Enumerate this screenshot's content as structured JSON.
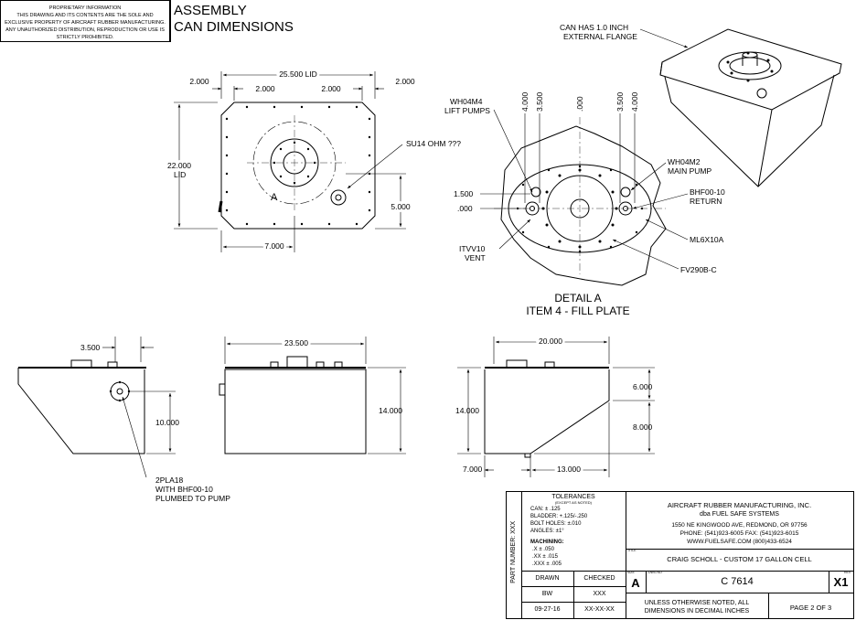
{
  "notice": {
    "line1": "PROPRIETARY INFORMATION",
    "line2": "THIS DRAWING AND ITS CONTENTS ARE THE SOLE AND",
    "line3": "EXCLUSIVE PROPERTY OF AIRCRAFT RUBBER MANUFACTURING.",
    "line4": "ANY UNAUTHORIZED DISTRIBUTION, REPRODUCTION OR USE IS",
    "line5": "STRICTLY PROHIBITED."
  },
  "header": {
    "title1": "ASSEMBLY",
    "title2": "CAN DIMENSIONS"
  },
  "top_view": {
    "lid_width": "25.500 LID",
    "left_edge": "2.000",
    "inset_left": "2.000",
    "inset_right": "2.000",
    "right_edge": "2.000",
    "height": "22.000",
    "height_label": "LID",
    "offset_x": "7.000",
    "offset_y": "5.000",
    "detail_ref": "A",
    "sender_note": "SU14 OHM ???"
  },
  "iso_view": {
    "note1": "CAN HAS 1.0 INCH",
    "note2": "EXTERNAL FLANGE"
  },
  "detail": {
    "lift1": "WH04M4",
    "lift2": "LIFT PUMPS",
    "dims_top": [
      "4.000",
      "3.500",
      ".000",
      "3.500",
      "4.000"
    ],
    "dim_left_1": "1.500",
    "dim_left_2": ".000",
    "main1": "WH04M2",
    "main2": "MAIN PUMP",
    "ret1": "BHF00-10",
    "ret2": "RETURN",
    "bolt": "ML6X10A",
    "vent1": "ITVV10",
    "vent2": "VENT",
    "cover": "FV290B-C",
    "caption1": "DETAIL  A",
    "caption2": "ITEM 4 - FILL PLATE"
  },
  "side_left": {
    "dim_top": "3.500",
    "dim_height": "10.000",
    "note1": "2PLA18",
    "note2": "WITH BHF00-10",
    "note3": "PLUMBED TO PUMP"
  },
  "front_view": {
    "width": "23.500",
    "height": "14.000"
  },
  "side_right": {
    "width": "20.000",
    "height": "14.000",
    "upper": "6.000",
    "lower": "8.000",
    "bottom_left": "7.000",
    "bottom_width": "13.000"
  },
  "title_block": {
    "part_number": "PART NUMBER: XXX",
    "tolerances_title": "TOLERANCES",
    "tolerances_sub": "(EXCEPT AS NOTED)",
    "tol_lines": [
      "CAN: ± .125",
      "BLADDER: +.125/-.250",
      "BOLT HOLES: ±.010",
      "ANGLES: ±1°"
    ],
    "machining_title": "MACHINING:",
    "mach_lines": [
      ".X ± .050",
      ".XX ± .015",
      ".XXX ± .005"
    ],
    "drawn_label": "DRAWN",
    "checked_label": "CHECKED",
    "drawn_by": "BW",
    "checked_by": "XXX",
    "drawn_date": "09-27-16",
    "checked_date": "XX-XX-XX",
    "company": "AIRCRAFT RUBBER MANUFACTURING, INC.",
    "dba": "dba FUEL SAFE SYSTEMS",
    "address": "1550 NE KINGWOOD AVE, REDMOND, OR 97756",
    "phone": "PHONE: (541)923-6005 FAX: (541)923-6015",
    "web": "WWW.FUELSAFE.COM (800)433-6524",
    "title_lbl": "TITLE",
    "title": "CRAIG SCHOLL - CUSTOM 17 GALLON CELL",
    "size_lbl": "SIZE",
    "size": "A",
    "dwg_lbl": "DWG NO",
    "dwg": "C 7614",
    "rev_lbl": "REV",
    "rev": "X1",
    "note1": "UNLESS OTHERWISE NOTED, ALL",
    "note2": "DIMENSIONS IN DECIMAL INCHES",
    "page": "PAGE 2  OF 3"
  }
}
